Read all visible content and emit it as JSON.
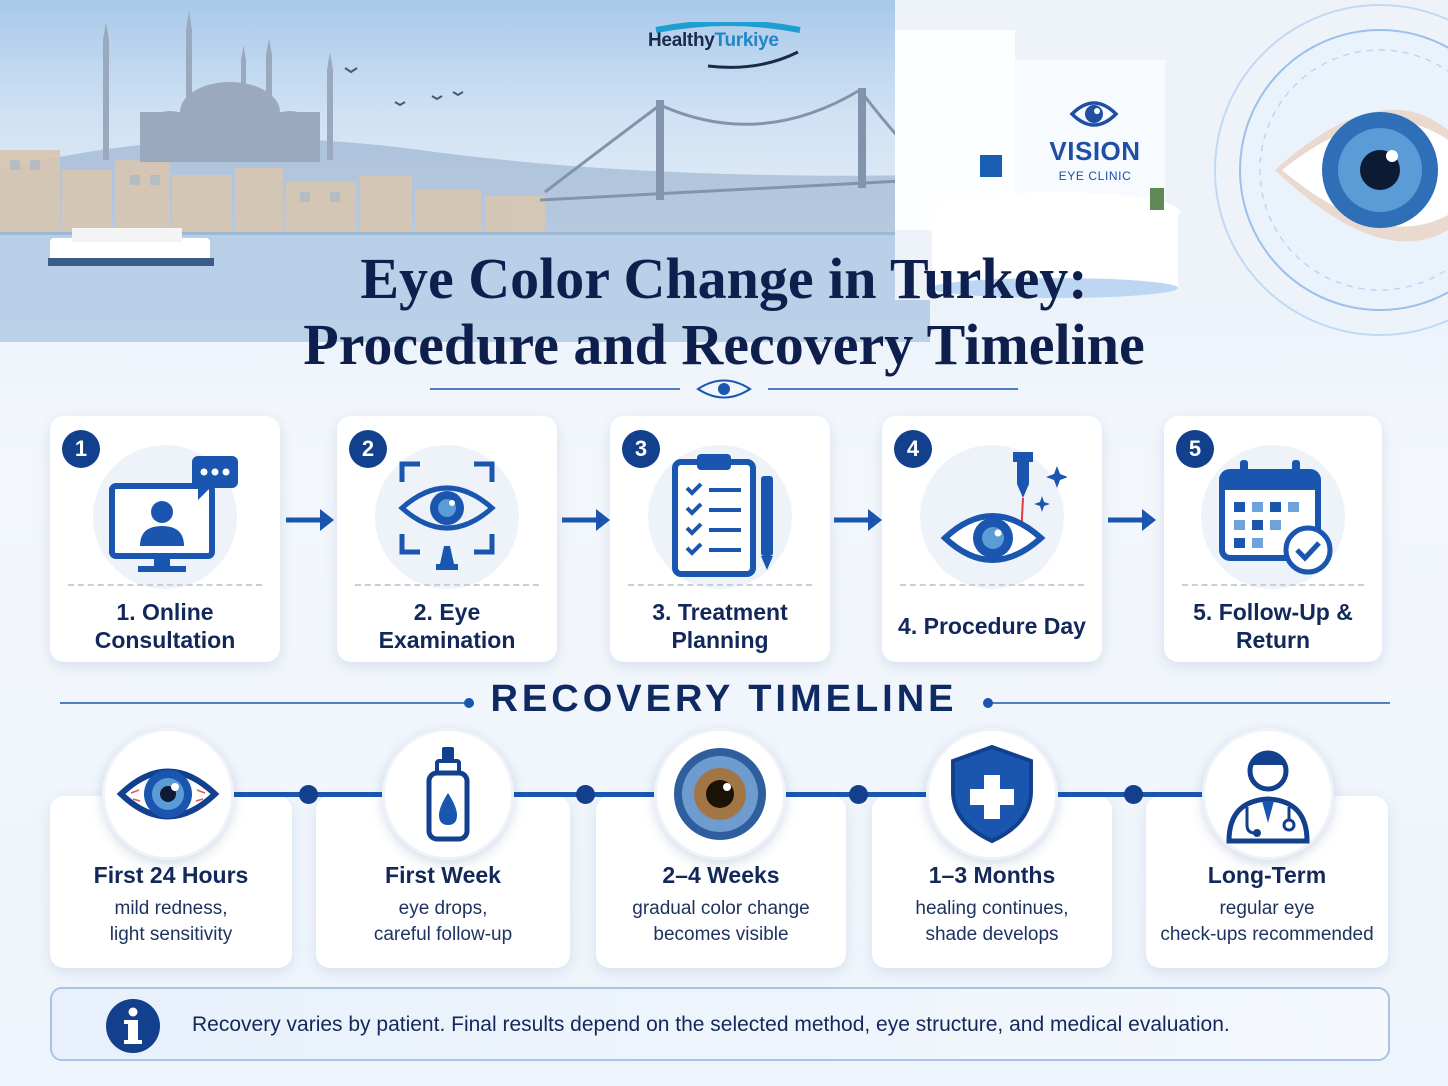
{
  "brand": {
    "part1": "Healthy",
    "part2": "Turkiye"
  },
  "clinic_sign": {
    "name": "VISION",
    "sub": "EYE CLINIC"
  },
  "title": {
    "line1": "Eye Color Change in Turkey:",
    "line2": "Procedure and Recovery Timeline"
  },
  "steps": [
    {
      "number": "1",
      "label": "1. Online Consultation",
      "icon": "online-consultation-icon"
    },
    {
      "number": "2",
      "label": "2. Eye Examination",
      "icon": "eye-scan-icon"
    },
    {
      "number": "3",
      "label": "3. Treatment Planning",
      "icon": "clipboard-checklist-icon"
    },
    {
      "number": "4",
      "label": "4. Procedure Day",
      "icon": "laser-eye-icon"
    },
    {
      "number": "5",
      "label": "5. Follow-Up & Return",
      "icon": "calendar-check-icon"
    }
  ],
  "recovery": {
    "heading": "RECOVERY TIMELINE",
    "stages": [
      {
        "title": "First 24 Hours",
        "line1": "mild redness,",
        "line2": "light sensitivity",
        "icon": "red-eye-icon"
      },
      {
        "title": "First Week",
        "line1": "eye drops,",
        "line2": "careful follow-up",
        "icon": "eye-drops-icon"
      },
      {
        "title": "2–4 Weeks",
        "line1": "gradual color change",
        "line2": "becomes visible",
        "icon": "iris-icon"
      },
      {
        "title": "1–3 Months",
        "line1": "healing continues,",
        "line2": "shade develops",
        "icon": "shield-cross-icon"
      },
      {
        "title": "Long-Term",
        "line1": "regular eye",
        "line2": "check-ups recommended",
        "icon": "doctor-icon"
      }
    ]
  },
  "info": {
    "text": "Recovery varies by patient. Final results depend on the selected method, eye structure, and medical evaluation.",
    "icon": "info-icon"
  },
  "colors": {
    "navy": "#12408c",
    "blue": "#1a56b0",
    "title": "#0f1f4d",
    "accent": "#1f86c8"
  }
}
